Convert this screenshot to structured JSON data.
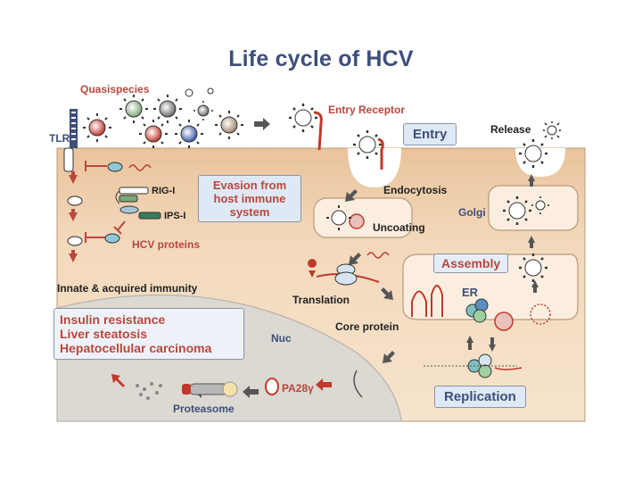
{
  "title": "Life cycle of HCV",
  "labels": {
    "quasispecies": "Quasispecies",
    "tlr": "TLR",
    "entry_receptor": "Entry Receptor",
    "entry": "Entry",
    "release": "Release",
    "endocytosis": "Endocytosis",
    "golgi": "Golgi",
    "rig_i": "RIG-I",
    "ips_i": "IPS-I",
    "uncoating": "Uncoating",
    "hcv_proteins": "HCV proteins",
    "assembly": "Assembly",
    "innate_immunity": "Innate & acquired immunity",
    "translation": "Translation",
    "er": "ER",
    "core_protein": "Core protein",
    "nuc": "Nuc",
    "pa28": "PA28γ",
    "proteasome": "Proteasome",
    "replication": "Replication"
  },
  "evasion": [
    "Evasion from",
    "host immune",
    "system"
  ],
  "disease": [
    "Insulin resistance",
    "Liver steatosis",
    "Hepatocellular carcinoma"
  ],
  "colors": {
    "cell": "#f3d9bc",
    "cell_top": "#e9c39c",
    "nucleus": "#dcd8d2",
    "title": "#3d4f7a",
    "accent_red": "#b8473c",
    "box_fill": "#dfe9f5"
  }
}
